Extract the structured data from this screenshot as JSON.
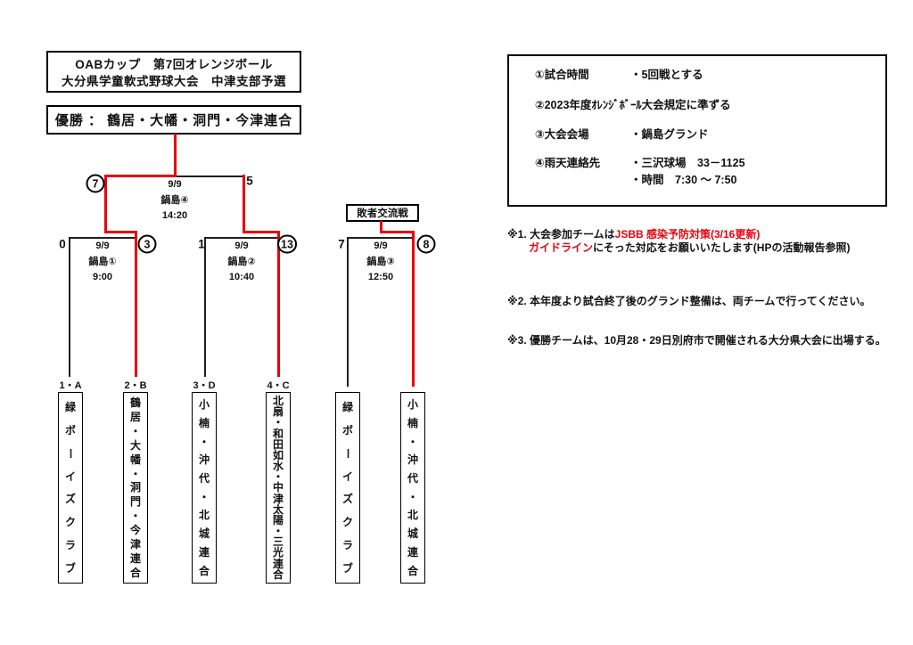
{
  "title": {
    "line1": "OABカップ　第7回オレンジボール",
    "line2": "大分県学童軟式野球大会　中津支部予選"
  },
  "champion": {
    "text": "優勝 ： 鶴居・大幡・洞門・今津連合"
  },
  "consolation": {
    "label": "敗者交流戦"
  },
  "bracket": {
    "final": {
      "date": "9/9",
      "venue": "鍋島④",
      "time": "14:20",
      "left_score": "7",
      "right_score": "5",
      "winner": "left"
    },
    "match1": {
      "date": "9/9",
      "venue": "鍋島①",
      "time": "9:00",
      "left_score": "0",
      "right_score": "3",
      "winner": "right"
    },
    "match2": {
      "date": "9/9",
      "venue": "鍋島②",
      "time": "10:40",
      "left_score": "1",
      "right_score": "13",
      "winner": "right"
    },
    "match3": {
      "date": "9/9",
      "venue": "鍋島③",
      "time": "12:50",
      "left_score": "7",
      "right_score": "8",
      "winner": "right"
    }
  },
  "teams": [
    {
      "seed": "1・A",
      "name": "緑ボーイズクラブ"
    },
    {
      "seed": "2・B",
      "name": "鶴居・大幡・洞門・今津連合"
    },
    {
      "seed": "3・D",
      "name": "小楠・沖代・北城連合"
    },
    {
      "seed": "4・C",
      "name": "北扇・和田如水・中津太陽・三光連合"
    },
    {
      "seed": "",
      "name": "緑ボーイズクラブ"
    },
    {
      "seed": "",
      "name": "小楠・沖代・北城連合"
    }
  ],
  "rules": {
    "rows": [
      {
        "label": "①試合時間",
        "value": "・5回戦とする"
      },
      {
        "label": "②2023年度ｵﾚﾝｼﾞﾎﾞｰﾙ大会規定に準ずる",
        "value": ""
      },
      {
        "label": "③大会会場",
        "value": "・鍋島グランド"
      },
      {
        "label": "④雨天連絡先",
        "value": "・三沢球場　33－1125"
      },
      {
        "label": "",
        "value": "・時間　7:30 ～ 7:50"
      }
    ]
  },
  "notes": [
    {
      "segments": [
        {
          "text": "※1. 大会参加チームは"
        },
        {
          "text": "JSBB 感染予防対策(3/16更新)",
          "red": true
        },
        {
          "br": true
        },
        {
          "text": "　　"
        },
        {
          "text": "ガイドライン",
          "red": true
        },
        {
          "text": "にそった対応をお願いいたします(HPの活動報告参照)"
        }
      ]
    },
    {
      "segments": [
        {
          "text": "※2. 本年度より試合終了後のグランド整備は、両チームで行ってください。"
        }
      ]
    },
    {
      "segments": [
        {
          "text": "※3. 優勝チームは、10月28・29日別府市で開催される大分県大会に出場する。"
        }
      ]
    }
  ],
  "colors": {
    "winner_line": "#e8000d",
    "red_text": "#e8000d",
    "line_black": "#1f1f1f"
  }
}
